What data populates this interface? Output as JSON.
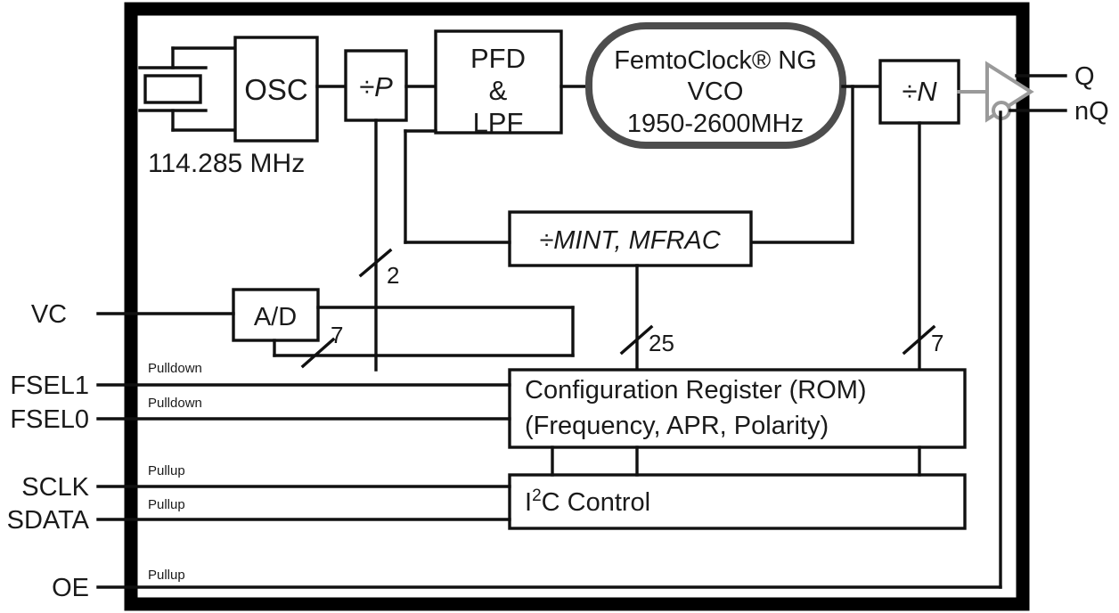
{
  "diagram": {
    "title": "FemtoClock NG VCXO / Clock Generator Block Diagram",
    "colors": {
      "line": "#111111",
      "frame": "#000000",
      "vco_outline": "#4d4d4d",
      "buffer": "#9a9a9a",
      "text": "#1a1a1a",
      "background": "#ffffff"
    },
    "blocks": {
      "osc": "OSC",
      "divp": "÷P",
      "pfd_line1": "PFD",
      "pfd_line2": "&",
      "pfd_line3": "LPF",
      "vco_line1": "FemtoClock® NG",
      "vco_line2": "VCO",
      "vco_line3": "1950-2600MHz",
      "divn": "÷N",
      "feedback": "÷MINT, MFRAC",
      "adc": "A/D",
      "config_line1": "Configuration Register (ROM)",
      "config_line2": "(Frequency, APR, Polarity)",
      "i2c_prefix": "I",
      "i2c_sup": "2",
      "i2c_suffix": "C Control"
    },
    "crystal": {
      "frequency_label": "114.285 MHz"
    },
    "pins_left": [
      {
        "name": "VC",
        "note": ""
      },
      {
        "name": "FSEL1",
        "note": "Pulldown"
      },
      {
        "name": "FSEL0",
        "note": "Pulldown"
      },
      {
        "name": "SCLK",
        "note": "Pullup"
      },
      {
        "name": "SDATA",
        "note": "Pullup"
      },
      {
        "name": "OE",
        "note": "Pullup"
      }
    ],
    "pins_right": [
      {
        "name": "Q"
      },
      {
        "name": "nQ"
      }
    ],
    "bus_widths": [
      {
        "label": "2",
        "from": "config-register",
        "to": "div-p"
      },
      {
        "label": "7",
        "from": "a-to-d",
        "to": "config-register"
      },
      {
        "label": "25",
        "from": "config-register",
        "to": "feedback-divider"
      },
      {
        "label": "7",
        "from": "config-register",
        "to": "div-n"
      }
    ]
  }
}
